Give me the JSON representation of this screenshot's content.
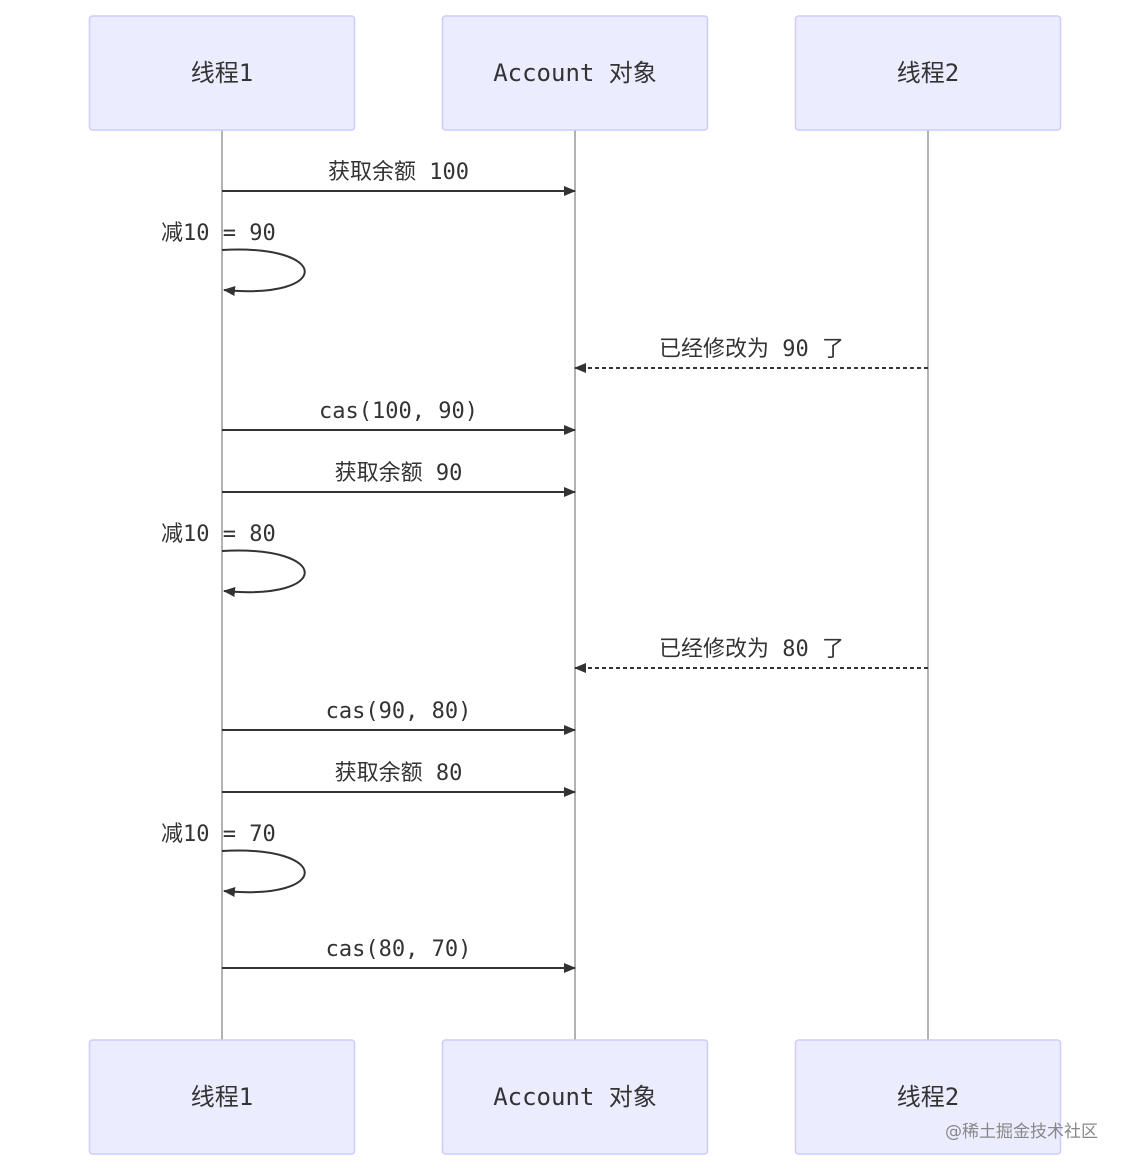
{
  "actors": [
    {
      "id": "t1",
      "label": "线程1"
    },
    {
      "id": "acc",
      "label": "Account 对象"
    },
    {
      "id": "t2",
      "label": "线程2"
    }
  ],
  "messages": [
    {
      "kind": "arrow",
      "from": "t1",
      "to": "acc",
      "text": "获取余额 100"
    },
    {
      "kind": "self",
      "on": "t1",
      "text": "减10 = 90"
    },
    {
      "kind": "dashed",
      "from": "t2",
      "to": "acc",
      "text": "已经修改为 90 了"
    },
    {
      "kind": "arrow",
      "from": "t1",
      "to": "acc",
      "text": "cas(100, 90)"
    },
    {
      "kind": "arrow",
      "from": "t1",
      "to": "acc",
      "text": "获取余额 90"
    },
    {
      "kind": "self",
      "on": "t1",
      "text": "减10 = 80"
    },
    {
      "kind": "dashed",
      "from": "t2",
      "to": "acc",
      "text": "已经修改为 80 了"
    },
    {
      "kind": "arrow",
      "from": "t1",
      "to": "acc",
      "text": "cas(90, 80)"
    },
    {
      "kind": "arrow",
      "from": "t1",
      "to": "acc",
      "text": "获取余额 80"
    },
    {
      "kind": "self",
      "on": "t1",
      "text": "减10 = 70"
    },
    {
      "kind": "arrow",
      "from": "t1",
      "to": "acc",
      "text": "cas(80, 70)"
    }
  ],
  "credit": "@稀土掘金技术社区",
  "colors": {
    "actor_fill": "#ECECFF",
    "actor_border": "#CCCCFF",
    "line": "#333333",
    "lifeline": "#999999"
  }
}
